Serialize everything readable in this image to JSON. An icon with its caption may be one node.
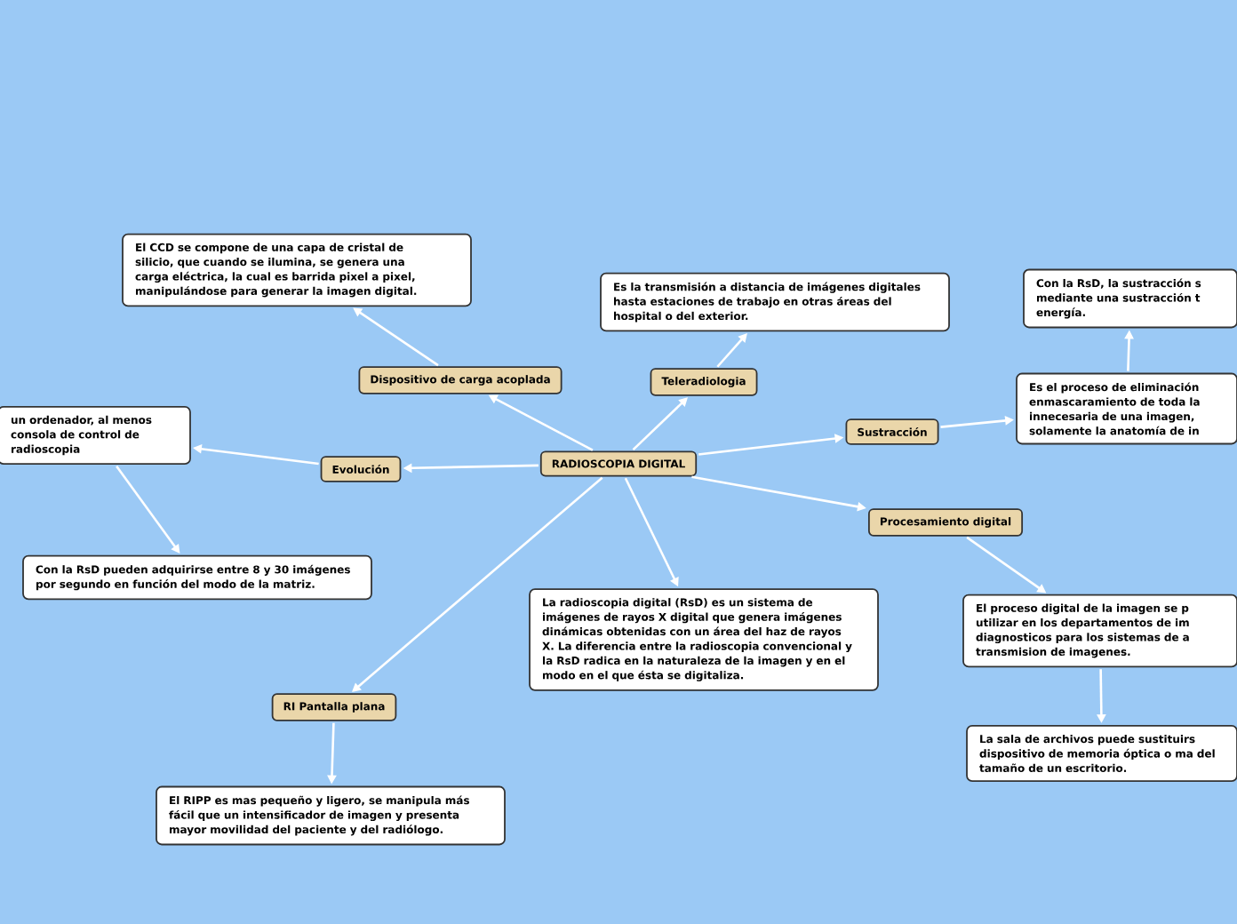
{
  "diagram": {
    "nodes": [
      {
        "text": [
          "RADIOSCOPIA DIGITAL"
        ]
      },
      {
        "text": [
          "Dispositivo de carga acoplada"
        ]
      },
      {
        "text": [
          "El CCD se compone de una capa de cristal de silicio, que cuando se ilumina, se genera una carga eléctrica, la cual es barrida pixel a pixel, manipulándose para generar la imagen digital."
        ]
      },
      {
        "text": [
          "Teleradiologia"
        ]
      },
      {
        "text": [
          "Es la transmisión a distancia de imágenes digitales hasta estaciones de trabajo en otras áreas del hospital o del exterior."
        ]
      },
      {
        "text": [
          "Sustracción"
        ]
      },
      {
        "text": [
          "Es el proceso de eliminación enmascaramiento de toda la innecesaria de una imagen, solamente la anatomía de in"
        ]
      },
      {
        "text": [
          "Con la RsD, la sustracción s mediante una sustracción t energía."
        ]
      },
      {
        "text": [
          "Procesamiento digital"
        ]
      },
      {
        "text": [
          "El proceso digital de la imagen se p utilizar en los departamentos de im diagnosticos para los sistemas de a transmision de imagenes."
        ]
      },
      {
        "text": [
          "La sala de archivos puede sustituirs dispositivo de memoria óptica o ma del tamaño de un escritorio."
        ]
      },
      {
        "text": [
          "Evolución"
        ]
      },
      {
        "text": [
          "un ordenador, al menos consola de control de radioscopia"
        ]
      },
      {
        "text": [
          "Con la RsD pueden adquirirse entre 8 y 30 imágenes por segundo en función del modo de la matriz."
        ]
      },
      {
        "text": [
          "La radioscopia digital (RsD) es un sistema de imágenes de rayos X digital que genera imágenes dinámicas obtenidas con un área del haz de rayos X. La diferencia entre la radioscopia convencional y la RsD radica en la naturaleza de la imagen y en el modo en el que ésta se digitaliza."
        ]
      },
      {
        "text": [
          "RI Pantalla plana"
        ]
      },
      {
        "text": [
          "El RIPP es mas pequeño y ligero, se manipula más fácil que un intensificador de imagen y presenta mayor movilidad del paciente y del radiólogo."
        ]
      }
    ],
    "edges": [
      {
        "from": 0,
        "to": 1,
        "arrow": "to"
      },
      {
        "from": 1,
        "to": 2,
        "arrow": "to"
      },
      {
        "from": 0,
        "to": 3,
        "arrow": "to"
      },
      {
        "from": 3,
        "to": 4,
        "arrow": "to"
      },
      {
        "from": 0,
        "to": 5,
        "arrow": "to"
      },
      {
        "from": 5,
        "to": 6,
        "arrow": "to"
      },
      {
        "from": 6,
        "to": 7,
        "arrow": "to"
      },
      {
        "from": 0,
        "to": 8,
        "arrow": "to"
      },
      {
        "from": 8,
        "to": 9,
        "arrow": "to"
      },
      {
        "from": 9,
        "to": 10,
        "arrow": "to"
      },
      {
        "from": 0,
        "to": 11,
        "arrow": "to"
      },
      {
        "from": 11,
        "to": 12,
        "arrow": "to"
      },
      {
        "from": 12,
        "to": 13,
        "arrow": "to"
      },
      {
        "from": 0,
        "to": 14,
        "arrow": "to"
      },
      {
        "from": 0,
        "to": 15,
        "arrow": "to"
      },
      {
        "from": 15,
        "to": 16,
        "arrow": "to"
      }
    ]
  }
}
